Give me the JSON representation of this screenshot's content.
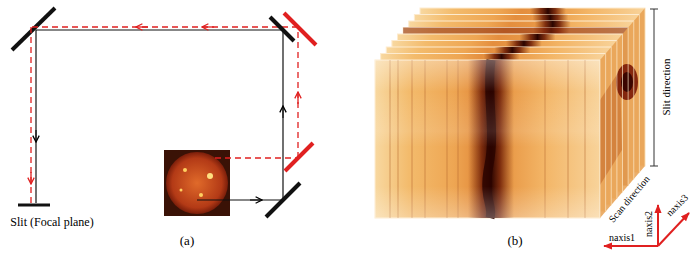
{
  "diagram": {
    "labels": [
      "Slit (Focal plane)",
      "(a)",
      "Slit direction",
      "Scan direction",
      "naxis1",
      "naxis2",
      "naxis3",
      "(b)"
    ]
  }
}
